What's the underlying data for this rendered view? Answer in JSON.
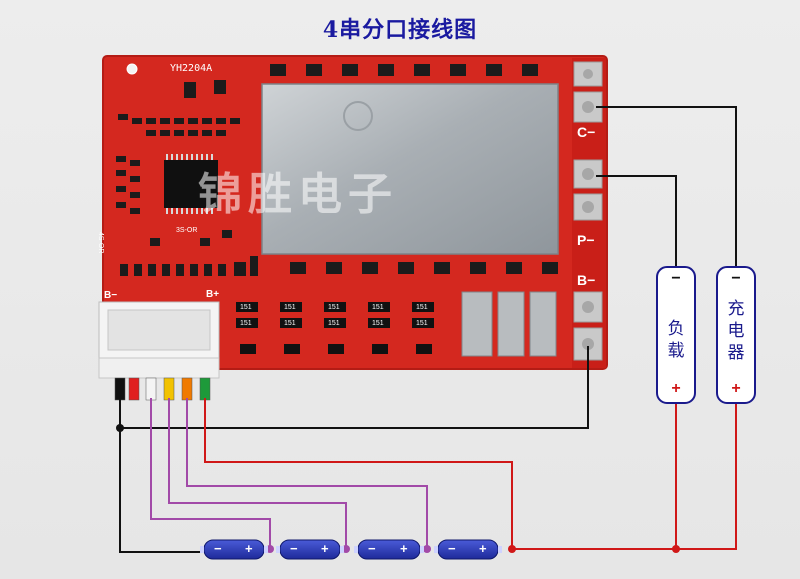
{
  "title": "4串分口接线图",
  "board": {
    "model": "YH2204A",
    "watermark": "锦胜电子",
    "pads": {
      "c_minus": "C−",
      "p_minus": "P−",
      "b_minus": "B−"
    },
    "connector_labels": {
      "b_minus": "B−",
      "b_plus": "B+"
    },
    "silk": {
      "jumper_left": "4S-OR",
      "jumper_right": "3S-OR",
      "resistor_code": "151"
    }
  },
  "load": {
    "label": "负载",
    "minus": "−",
    "plus": "+"
  },
  "charger": {
    "label": "充电器",
    "minus": "−",
    "plus": "+"
  },
  "cells": {
    "count": 4,
    "minus": "−",
    "plus": "+"
  },
  "wire_colors": {
    "black": "#111111",
    "red": "#d01818",
    "purple": "#a24aa8",
    "connector_wires": [
      "#111111",
      "#e02020",
      "#f4f4f4",
      "#f2c200",
      "#f07a00",
      "#1e9a3a"
    ]
  }
}
